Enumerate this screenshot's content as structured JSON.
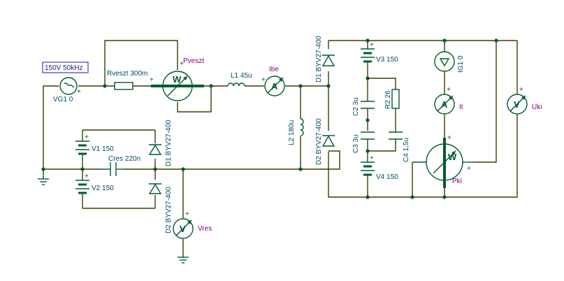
{
  "source": {
    "box_label": "150V 50kHz",
    "name_label": "VG1 0"
  },
  "resistors": {
    "rveszt": "Rveszt 300m",
    "r2": "R2 26"
  },
  "inductors": {
    "l1": "L1 45u",
    "l2": "L2 180u"
  },
  "capacitors": {
    "cres": "Cres 220n",
    "c2": "C2 3u",
    "c3": "C3 3u",
    "c4": "C4 1,5u"
  },
  "batteries": {
    "v1": "V1 150",
    "v2": "V2 150",
    "v3": "V3 150",
    "v4": "V4 150"
  },
  "diodes": {
    "d1_left": "D1 BYV27-400",
    "d2_left": "D2 BYV27-400",
    "d1_right": "D1 BYV27-400",
    "d2_right": "D2 BYV27-400"
  },
  "current_source": {
    "label": "IG1 0"
  },
  "meters": {
    "pveszt": "Pveszt",
    "pki": "Pki",
    "ibe": "Ibe",
    "it": "It",
    "vres": "Vres",
    "uki": "Uki",
    "wattmeter_symbol": "W",
    "ammeter_symbol": "A",
    "voltmeter_symbol": "V",
    "plus": "+"
  },
  "colors": {
    "wire": "#3d3d00",
    "component": "#005a32",
    "label": "#004a66",
    "meter_label": "#800080"
  }
}
